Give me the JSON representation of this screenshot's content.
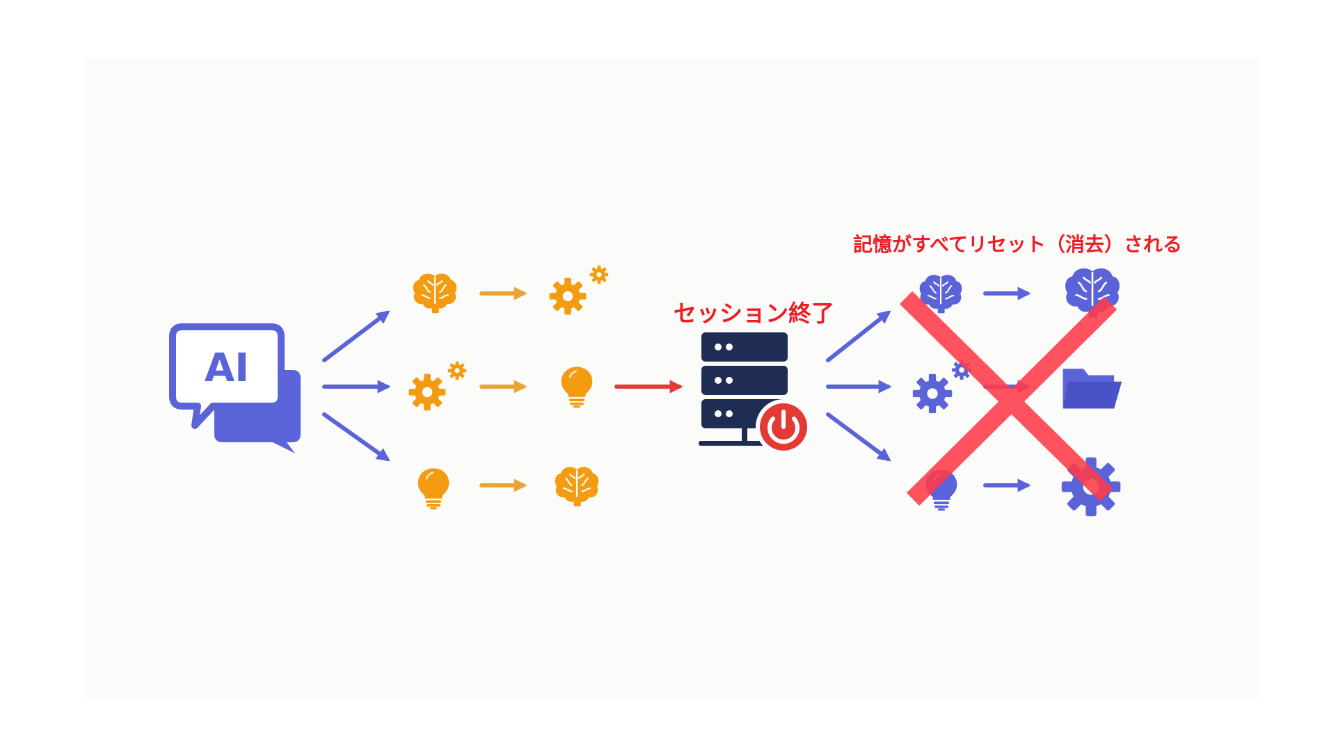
{
  "labels": {
    "ai_text": "AI",
    "session_end": "セッション終了",
    "memory_reset": "記憶がすべてリセット（消去）される"
  },
  "colors": {
    "blue": "#5b63d8",
    "orange": "#f39c12",
    "navy": "#1f2d55",
    "red": "#e53935",
    "cross_red": "#ff3b4a",
    "text_red": "#ee1c24"
  },
  "icons": {
    "source": "chat-bubble-icon",
    "left_rows": [
      [
        "brain-icon",
        "gears-icon"
      ],
      [
        "gears-icon",
        "lightbulb-icon"
      ],
      [
        "lightbulb-icon",
        "brain-icon"
      ]
    ],
    "center": "server-power-icon",
    "right_rows": [
      [
        "brain-icon",
        "brain-icon"
      ],
      [
        "gears-icon",
        "folder-icon"
      ],
      [
        "lightbulb-icon",
        "gear-icon"
      ]
    ]
  }
}
